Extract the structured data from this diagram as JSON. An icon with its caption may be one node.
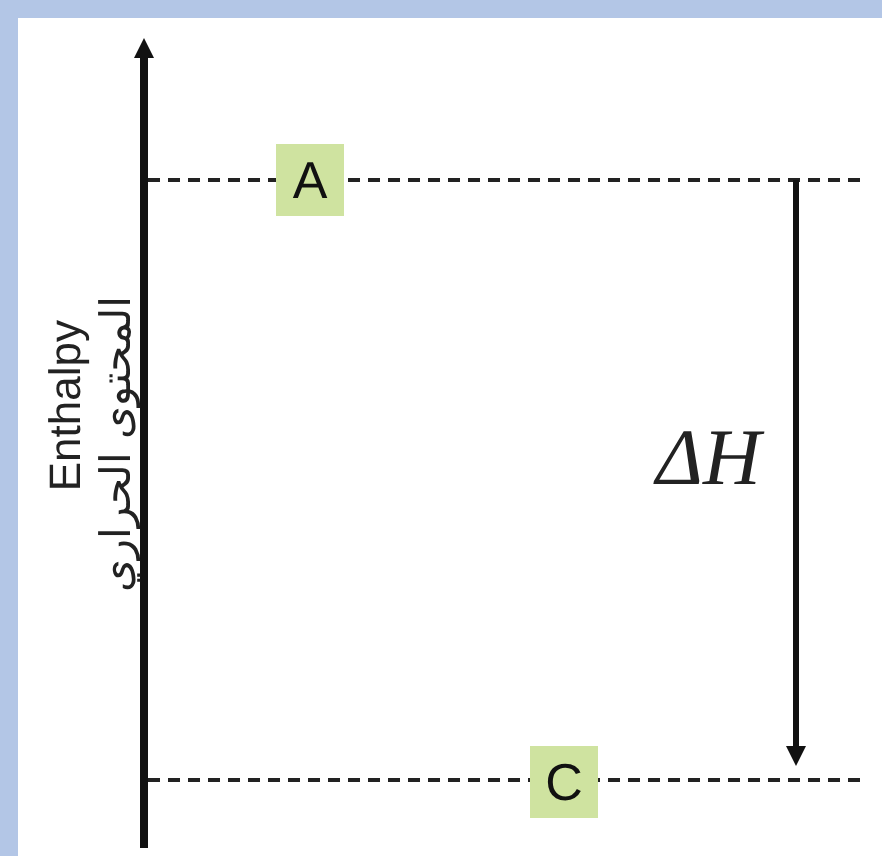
{
  "diagram": {
    "nodes": [
      {
        "text": [
          "A"
        ]
      },
      {
        "text": [
          "C"
        ]
      }
    ],
    "labels": [
      "Enthalpy",
      "المحتوى الحراري",
      "ΔH"
    ]
  }
}
